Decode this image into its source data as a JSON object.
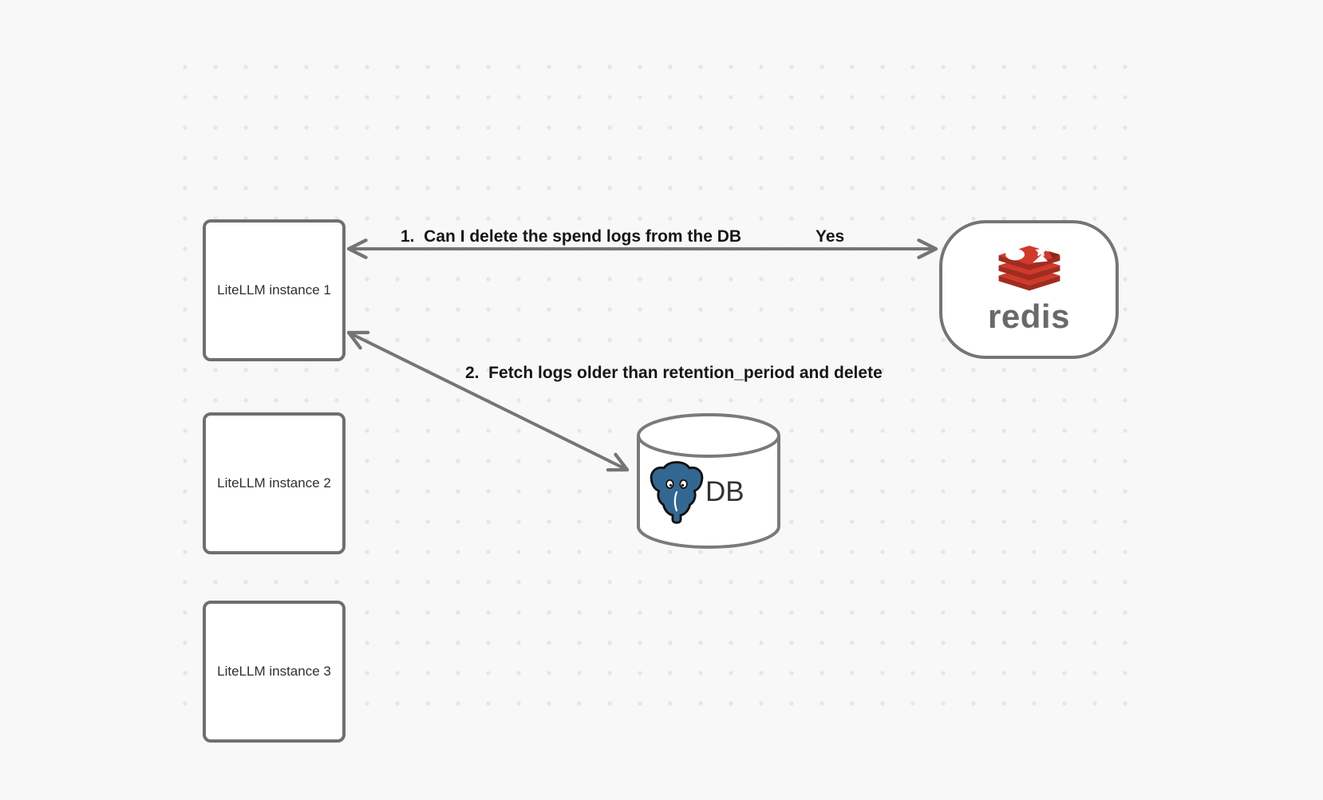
{
  "diagram": {
    "nodes": {
      "litellm_instances": [
        {
          "label": "LiteLLM instance 1"
        },
        {
          "label": "LiteLLM instance 2"
        },
        {
          "label": "LiteLLM instance 3"
        }
      ],
      "redis": {
        "wordmark": "redis"
      },
      "postgres_db": {
        "label": "DB"
      }
    },
    "edges": {
      "edge1": {
        "label": "1.  Can I delete the spend logs from the DB",
        "reply": "Yes"
      },
      "edge2": {
        "label": "2.  Fetch logs older than retention_period and delete"
      }
    },
    "colors": {
      "background": "#f8f8f8",
      "dots": "#e6e6e6",
      "arrow": "#757575",
      "node_border": "#6f6f6f",
      "node_fill": "#ffffff",
      "node_text": "#2f2f2f",
      "edge_label_text": "#161616",
      "redis_red": "#d0392b",
      "redis_red_dark": "#a02c20",
      "redis_wordmark": "#696969",
      "postgres_blue": "#336791",
      "db_text": "#333333"
    }
  }
}
